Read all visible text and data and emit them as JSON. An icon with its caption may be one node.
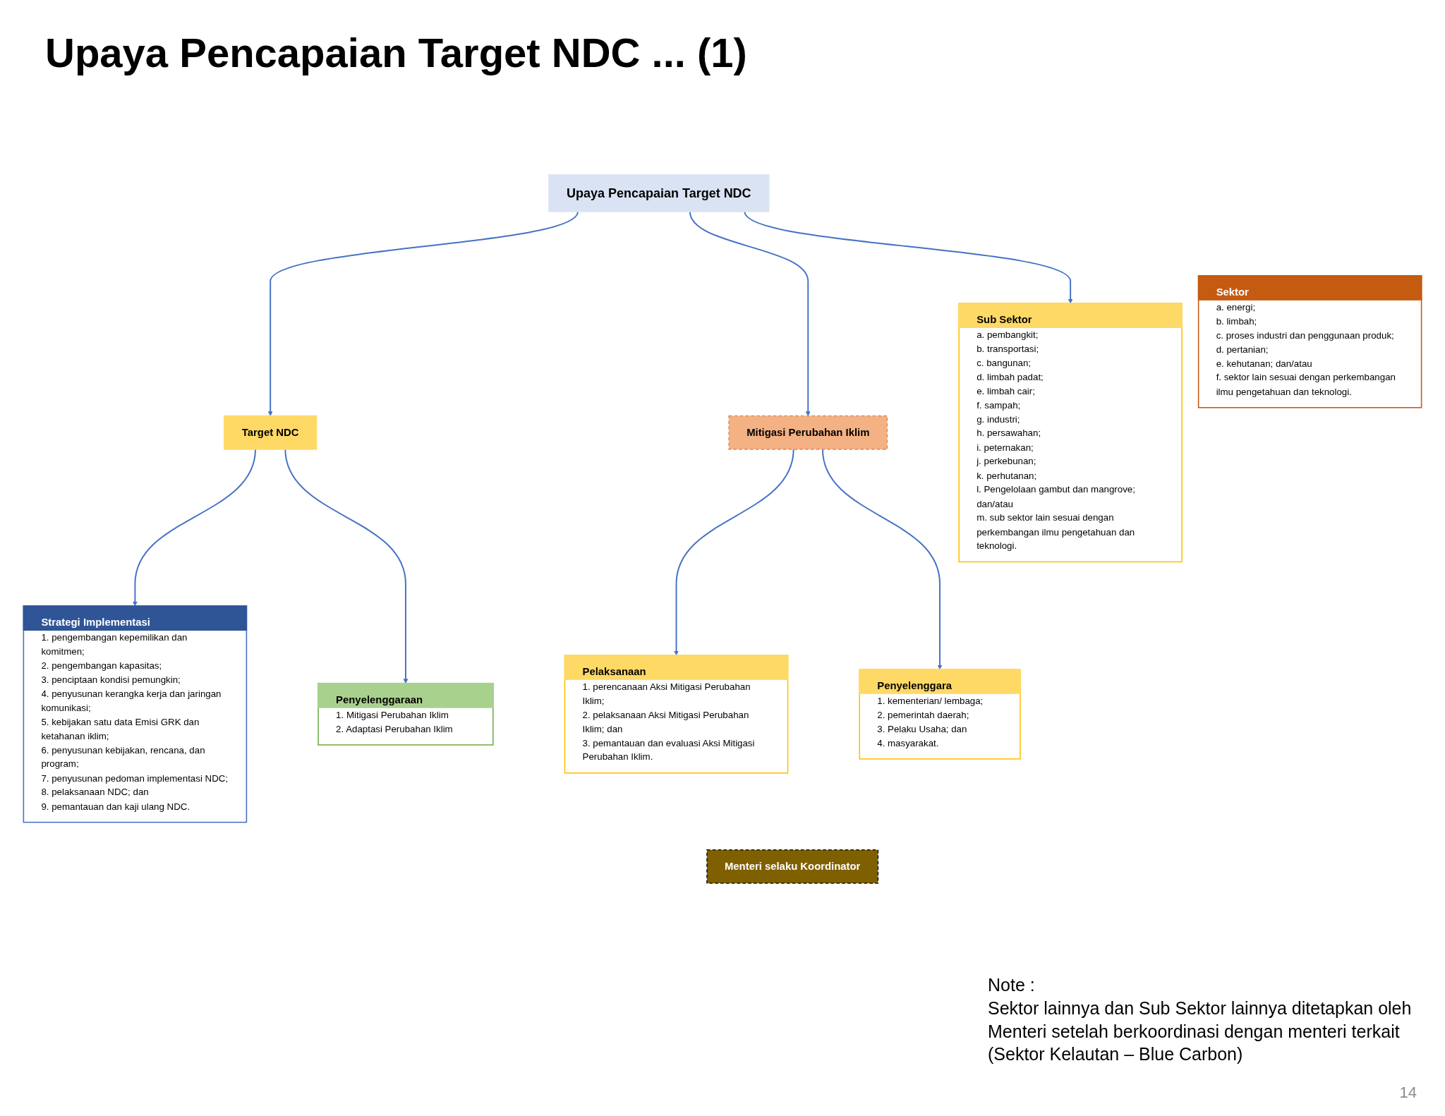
{
  "diagram": {
    "title": "Upaya Pencapaian Target NDC ... (1)",
    "nodes": [
      {
        "text": [
          "Upaya Pencapaian Target NDC"
        ]
      },
      {
        "text": [
          "Target NDC"
        ]
      },
      {
        "text": [
          "Mitigasi Perubahan Iklim"
        ]
      },
      {
        "text": [
          "Sub Sektor",
          "a. pembangkit;",
          "b. transportasi;",
          "c. bangunan;",
          "d. limbah padat;",
          "e. limbah cair;",
          "f. sampah;",
          "g. industri;",
          "h. persawahan;",
          "i. peternakan;",
          "j. perkebunan;",
          "k. perhutanan;",
          "l. Pengelolaan gambut dan mangrove; dan/atau",
          "m. sub sektor lain sesuai dengan perkembangan ilmu pengetahuan dan teknologi."
        ]
      },
      {
        "text": [
          "Sektor",
          "a. energi;",
          "b. limbah;",
          "c. proses industri dan penggunaan produk;",
          "d. pertanian;",
          "e. kehutanan; dan/atau",
          "f. sektor lain sesuai dengan perkembangan ilmu pengetahuan dan teknologi."
        ]
      },
      {
        "text": [
          "Strategi Implementasi",
          "1. pengembangan kepemilikan dan komitmen;",
          "2. pengembangan kapasitas;",
          "3. penciptaan kondisi pemungkin;",
          "4. penyusunan kerangka kerja dan jaringan komunikasi;",
          "5. kebijakan satu data Emisi GRK dan ketahanan iklim;",
          "6. penyusunan kebijakan, rencana, dan program;",
          "7. penyusunan pedoman implementasi NDC;",
          "8. pelaksanaan NDC; dan",
          "9. pemantauan dan kaji ulang NDC."
        ]
      },
      {
        "text": [
          "Penyelenggaraan",
          "1. Mitigasi Perubahan Iklim",
          "2. Adaptasi Perubahan Iklim"
        ]
      },
      {
        "text": [
          "Pelaksanaan",
          "1. perencanaan Aksi Mitigasi Perubahan Iklim;",
          "2. pelaksanaan Aksi Mitigasi Perubahan Iklim; dan",
          "3. pemantauan dan evaluasi Aksi Mitigasi Perubahan Iklim."
        ]
      },
      {
        "text": [
          "Penyelenggara",
          "1. kementerian/ lembaga;",
          "2. pemerintah daerah;",
          "3. Pelaku Usaha; dan",
          "4. masyarakat."
        ]
      },
      {
        "text": [
          "Menteri selaku Koordinator"
        ]
      }
    ],
    "edges": [
      {
        "from": 0,
        "to": 1,
        "arrow": "to"
      },
      {
        "from": 0,
        "to": 2,
        "arrow": "to"
      },
      {
        "from": 0,
        "to": 3,
        "arrow": "to"
      },
      {
        "from": 1,
        "to": 5,
        "arrow": "to"
      },
      {
        "from": 1,
        "to": 6,
        "arrow": "to"
      },
      {
        "from": 2,
        "to": 7,
        "arrow": "to"
      },
      {
        "from": 2,
        "to": 8,
        "arrow": "to"
      }
    ],
    "labels": [
      "Note :",
      "Sektor lainnya dan Sub Sektor lainnya ditetapkan oleh Menteri setelah berkoordinasi dengan menteri terkait (Sektor Kelautan – Blue Carbon)",
      "14"
    ]
  }
}
